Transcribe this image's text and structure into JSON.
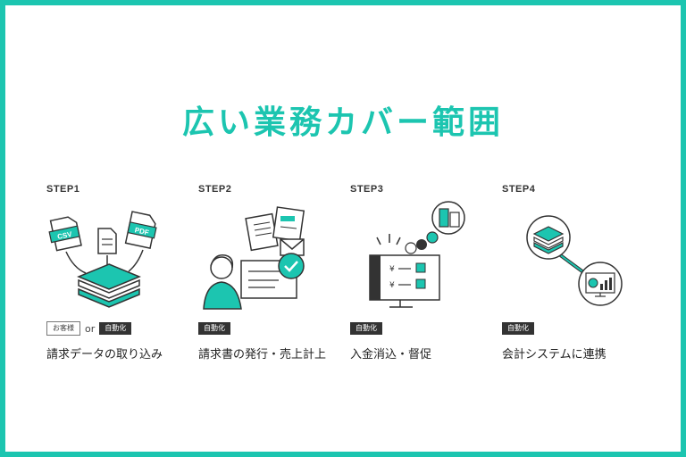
{
  "title": "広い業務カバー範囲",
  "colors": {
    "accent": "#1cc5b0",
    "badge_dark": "#333333",
    "text": "#222222"
  },
  "steps": [
    {
      "label": "STEP1",
      "badge_customer": "お客様",
      "or_text": "or",
      "badge_auto": "自動化",
      "description": "請求データの取り込み",
      "icons": {
        "csv_text": "CSV",
        "pdf_text": "PDF"
      }
    },
    {
      "label": "STEP2",
      "badge_auto": "自動化",
      "description": "請求書の発行・売上計上"
    },
    {
      "label": "STEP3",
      "badge_auto": "自動化",
      "description": "入金消込・督促",
      "icons": {
        "currency_1": "¥",
        "currency_2": "¥"
      }
    },
    {
      "label": "STEP4",
      "badge_auto": "自動化",
      "description": "会計システムに連携"
    }
  ]
}
